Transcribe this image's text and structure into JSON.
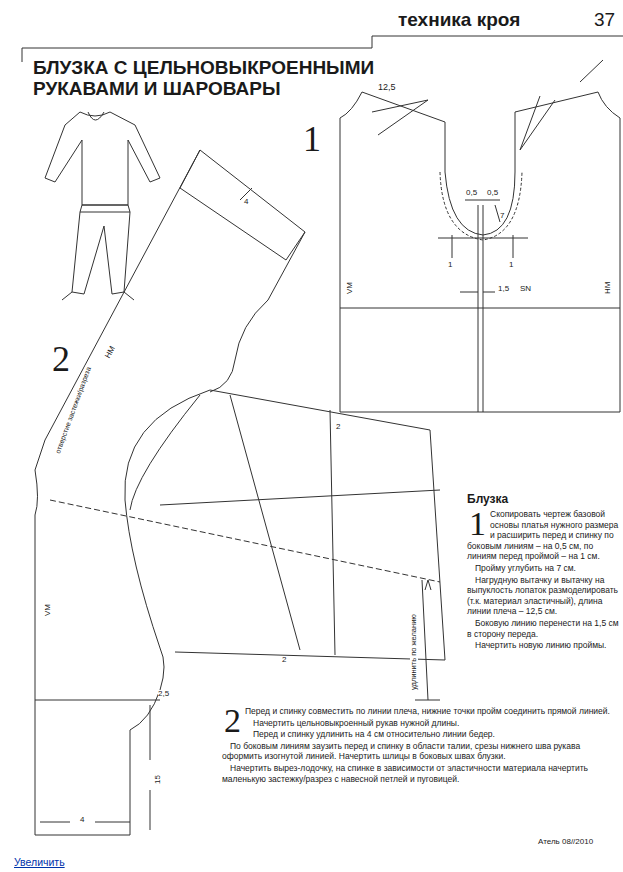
{
  "diagram": {
    "title": "БЛУЗКА С ЦЕЛЬНОВЫКРОЕННЫМИ РУКАВАМИ И ШАРОВАРЫ",
    "labels": [
      "техника кроя",
      "37",
      "1",
      "12,5",
      "0,5",
      "0,5",
      "7",
      "1",
      "1",
      "1,5",
      "SN",
      "VM",
      "HM",
      "2",
      "4",
      "HM",
      "отверстие застежки/разреза",
      "VM",
      "2",
      "2",
      "удлинить по желанию",
      "2,5",
      "15",
      "4",
      "Блузка",
      "1",
      "Скопировать чертеж базовой основы платья нужного размера и расширить перед и спинку по боковым линиям – на 0,5 см, по линиям перед проймой – на 1 см.",
      "Пройму углубить на 7 см.",
      "Нагрудную вытачку и вытачку на выпуклость лопаток размоделировать (т.к. материал эластичный), длина линии плеча – 12,5 см.",
      "Боковую линию перенести на 1,5 см в сторону переда.",
      "Начертить новую линию проймы.",
      "2",
      "Перед и спинку совместить по линии плеча, нижние точки пройм соединить прямой линией.",
      "Начертить цельновыкроенный рукав нужной длины.",
      "Перед и спинку удлинить на 4 см относительно линии бедер.",
      "По боковым линиям заузить перед и спинку в области талии, срезы нижнего шва рукава оформить изогнутой линией. Начертить шлицы в боковых швах блузки.",
      "Начертить вырез-лодочку, на спинке в зависимости от эластичности материала начертить маленькую застежку/разрез с навесной петлей и пуговицей.",
      "Атель 08//2010",
      "Увеличить"
    ]
  }
}
